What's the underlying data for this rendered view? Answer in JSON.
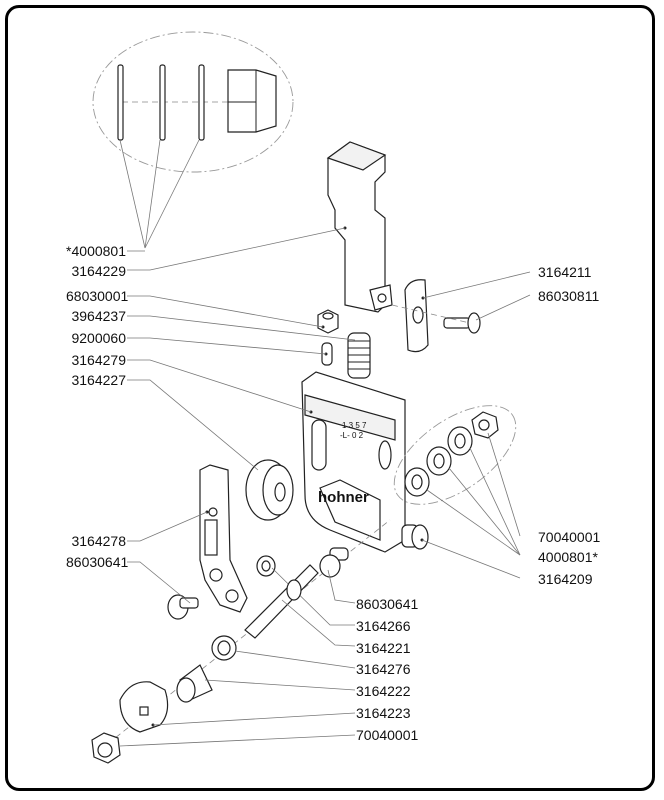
{
  "diagram": {
    "title": "Exploded parts view",
    "brand_marking": "hohner",
    "scale_marking": {
      "top": "1 3 5 7",
      "bottom": "-L- 0 2"
    },
    "left_labels": [
      {
        "id": "4000801-left",
        "text": "*4000801"
      },
      {
        "id": "3164229",
        "text": "3164229"
      },
      {
        "id": "68030001",
        "text": "68030001"
      },
      {
        "id": "3964237",
        "text": "3964237"
      },
      {
        "id": "9200060",
        "text": "9200060"
      },
      {
        "id": "3164279",
        "text": "3164279"
      },
      {
        "id": "3164227",
        "text": "3164227"
      },
      {
        "id": "3164278",
        "text": "3164278"
      },
      {
        "id": "86030641-left",
        "text": "86030641"
      }
    ],
    "right_labels_top": [
      {
        "id": "3164211",
        "text": "3164211"
      },
      {
        "id": "86030811",
        "text": "86030811"
      }
    ],
    "right_labels_mid": [
      {
        "id": "70040001-top",
        "text": "70040001"
      },
      {
        "id": "4000801-right",
        "text": "4000801*"
      },
      {
        "id": "3164209",
        "text": "3164209"
      }
    ],
    "center_labels_bottom": [
      {
        "id": "86030641-right",
        "text": "86030641"
      },
      {
        "id": "3164266",
        "text": "3164266"
      },
      {
        "id": "3164221",
        "text": "3164221"
      },
      {
        "id": "3164276",
        "text": "3164276"
      },
      {
        "id": "3164222",
        "text": "3164222"
      },
      {
        "id": "3164223",
        "text": "3164223"
      },
      {
        "id": "70040001-bottom",
        "text": "70040001"
      }
    ]
  }
}
